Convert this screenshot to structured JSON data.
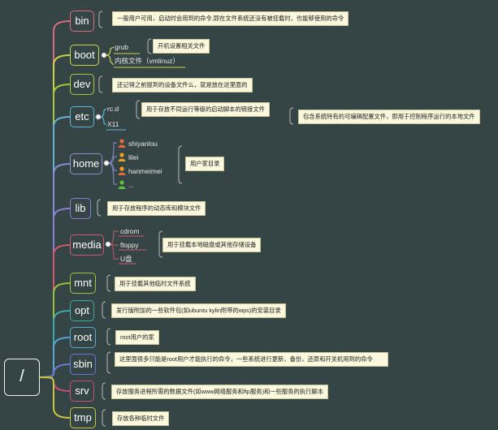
{
  "root": {
    "label": "/"
  },
  "dirs": [
    {
      "id": "bin",
      "label": "bin",
      "note": "一般用户可用，启动时会用到的命令,即在文件系统还没有被挂载时，也能够使用的命令"
    },
    {
      "id": "boot",
      "label": "boot",
      "children": [
        "grub",
        "内核文件（vmlinuz）"
      ],
      "child_notes": [
        "开机设置相关文件"
      ]
    },
    {
      "id": "dev",
      "label": "dev",
      "note": "还记得之前提到的设备文件么，就是放在这里面的"
    },
    {
      "id": "etc",
      "label": "etc",
      "children": [
        "rc.d",
        "X11"
      ],
      "child_notes": [
        "用于存放不同运行等级的启动脚本的链接文件"
      ],
      "note": "包含系统特有的可编辑配置文件，即用于控制程序运行的本地文件"
    },
    {
      "id": "home",
      "label": "home",
      "users": [
        "shiyanlou",
        "lilei",
        "hanmeimei",
        "..."
      ],
      "note": "用户家目录"
    },
    {
      "id": "lib",
      "label": "lib",
      "note": "用于存放程序的动态库和模块文件"
    },
    {
      "id": "media",
      "label": "media",
      "children": [
        "cdrom",
        "floppy",
        "U盘"
      ],
      "note": "用于挂载本地磁盘或其他存储设备"
    },
    {
      "id": "mnt",
      "label": "mnt",
      "note": "用于挂载其他临时文件系统"
    },
    {
      "id": "opt",
      "label": "opt",
      "note": "发行版附加的一些软件包(如ubuntu kylin附带的wps)的安装目录"
    },
    {
      "id": "root",
      "label": "root",
      "note": "root用户的家"
    },
    {
      "id": "sbin",
      "label": "sbin",
      "note": "这里面很多只能是root用户才能执行的命令，一些系统进行更新，备份，还原和开关机用到的命令"
    },
    {
      "id": "srv",
      "label": "srv",
      "note": "存放服务进程所需的数据文件(如www网络服务和ftp服务)和一些服务的执行脚本"
    },
    {
      "id": "tmp",
      "label": "tmp",
      "note": "存放各种临时文件"
    }
  ],
  "colors": {
    "background": "#354444",
    "note_background": "#fbf8dd",
    "bin": "#d96d80",
    "boot": "#ccd44a",
    "dev": "#a6c83a",
    "etc": "#62b3d9",
    "home": "#8c8fd6",
    "lib": "#8a7fd4",
    "media": "#d2586f",
    "mnt": "#9ac43e",
    "opt": "#41a9a6",
    "root": "#58a8d4",
    "sbin": "#6a7ad4",
    "srv": "#cc4f76",
    "tmp": "#c9c640",
    "user_red": "#e26a3e",
    "user_orange": "#f0a020",
    "user_green": "#5ec03c"
  },
  "icons": {
    "user_icons": [
      "user-icon-red",
      "user-icon-orange",
      "user-icon-orange",
      "user-icon-green"
    ]
  }
}
